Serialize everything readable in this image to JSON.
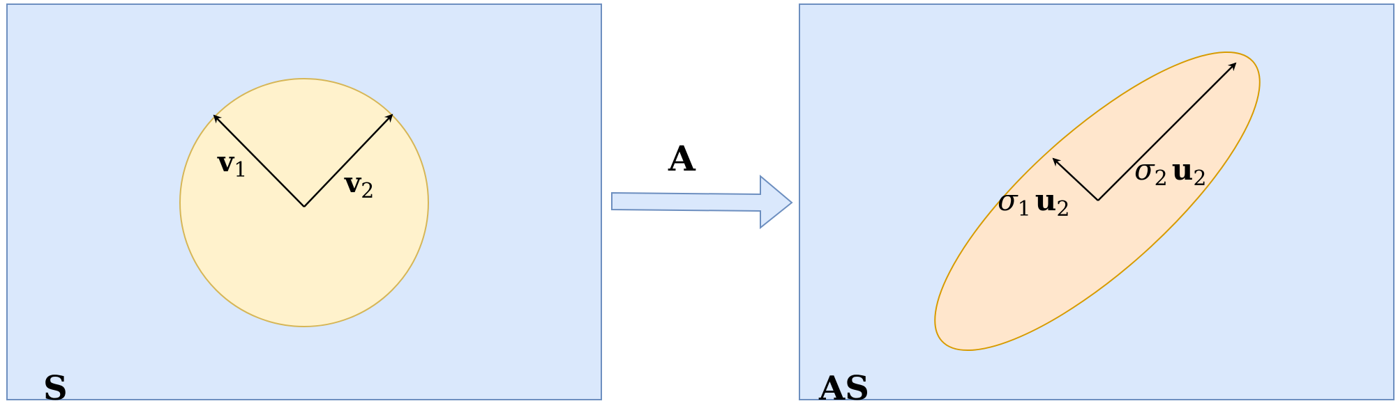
{
  "colors": {
    "panel_fill": "#dae8fc",
    "panel_stroke": "#6c8ebf",
    "circle_fill": "#fff2cc",
    "circle_stroke": "#d6b656",
    "ellipse_fill": "#ffe6cc",
    "ellipse_stroke": "#d79b00",
    "arrow_fill": "#dae8fc",
    "arrow_stroke": "#6c8ebf",
    "vector_stroke": "#000000"
  },
  "left_panel": {
    "label": "S",
    "vectors": [
      {
        "symbol": "v",
        "subscript": "1"
      },
      {
        "symbol": "v",
        "subscript": "2"
      }
    ]
  },
  "transform": {
    "label": "A"
  },
  "right_panel": {
    "label": "AS",
    "vectors": [
      {
        "sigma": "σ",
        "sigma_sub": "1",
        "symbol": "u",
        "subscript": "2"
      },
      {
        "sigma": "σ",
        "sigma_sub": "2",
        "symbol": "u",
        "subscript": "2"
      }
    ]
  }
}
